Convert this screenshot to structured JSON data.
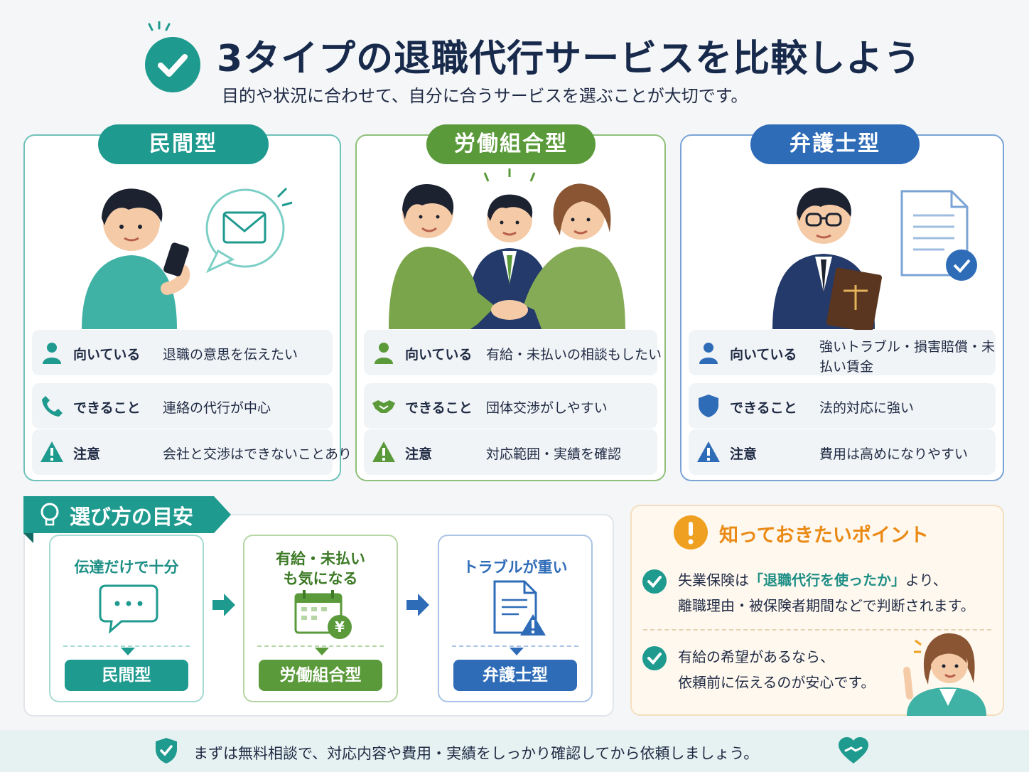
{
  "header": {
    "title": "3タイプの退職代行サービスを比較しよう",
    "subtitle": "目的や状況に合わせて、自分に合うサービスを選ぶことが大切です。"
  },
  "cards": [
    {
      "name": "民間型",
      "color": "#1e9a8f",
      "rows": [
        {
          "label": "向いている",
          "value": "退職の意思を伝えたい",
          "icon": "person-icon"
        },
        {
          "label": "できること",
          "value": "連絡の代行が中心",
          "icon": "phone-icon"
        },
        {
          "label": "注意",
          "value": "会社と交渉はできないことあり",
          "icon": "warning-icon"
        }
      ]
    },
    {
      "name": "労働組合型",
      "color": "#5a9a3a",
      "rows": [
        {
          "label": "向いている",
          "value": "有給・未払いの相談もしたい",
          "icon": "person-icon"
        },
        {
          "label": "できること",
          "value": "団体交渉がしやすい",
          "icon": "handshake-icon"
        },
        {
          "label": "注意",
          "value": "対応範囲・実績を確認",
          "icon": "warning-icon"
        }
      ]
    },
    {
      "name": "弁護士型",
      "color": "#2f6cb8",
      "rows": [
        {
          "label": "向いている",
          "value": "強いトラブル・損害賠償・未払い賃金",
          "icon": "person-icon"
        },
        {
          "label": "できること",
          "value": "法的対応に強い",
          "icon": "shield-icon"
        },
        {
          "label": "注意",
          "value": "費用は高めになりやすい",
          "icon": "warning-icon"
        }
      ]
    }
  ],
  "guide": {
    "title": "選び方の目安",
    "steps": [
      {
        "condition": "伝達だけで十分",
        "result": "民間型",
        "color": "#1e9a8f",
        "icon": "chat-bubble-icon"
      },
      {
        "condition": "有給・未払いも気になる",
        "result": "労働組合型",
        "color": "#5a9a3a",
        "icon": "calendar-yen-icon"
      },
      {
        "condition": "トラブルが重い",
        "result": "弁護士型",
        "color": "#2f6cb8",
        "icon": "document-warning-icon"
      }
    ]
  },
  "points": {
    "title": "知っておきたいポイント",
    "item1_pre": "失業保険は",
    "item1_hl": "「退職代行を使ったか」",
    "item1_post": "より、",
    "item1_line2": "離職理由・被保険者期間などで判断されます。",
    "item2_line1": "有給の希望があるなら、",
    "item2_line2": "依頼前に伝えるのが安心です。"
  },
  "footer": {
    "text": "まずは無料相談で、対応内容や費用・実績をしっかり確認してから依頼しましょう。"
  }
}
